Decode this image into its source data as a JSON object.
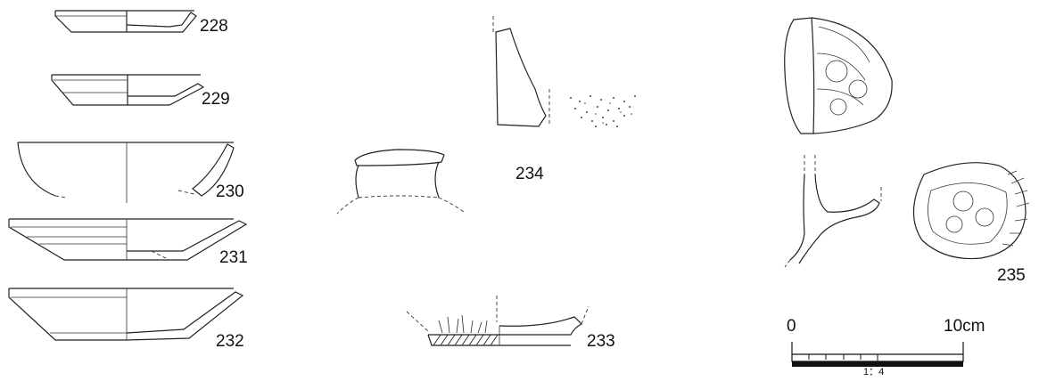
{
  "figures": {
    "f228": {
      "label": "228"
    },
    "f229": {
      "label": "229"
    },
    "f230": {
      "label": "230"
    },
    "f231": {
      "label": "231"
    },
    "f232": {
      "label": "232"
    },
    "f233": {
      "label": "233"
    },
    "f234": {
      "label": "234"
    },
    "f235": {
      "label": "235"
    }
  },
  "scale_bar": {
    "start_label": "0",
    "end_label": "10cm",
    "ratio_label": "1：4"
  }
}
